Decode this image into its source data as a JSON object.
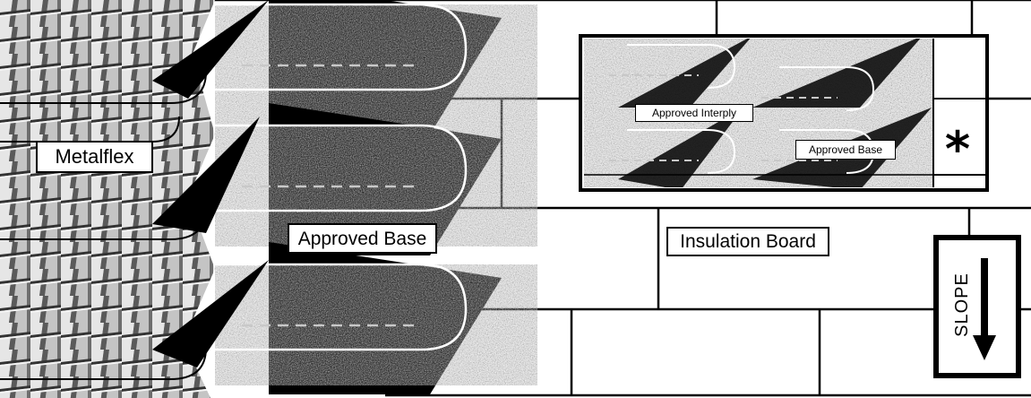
{
  "labels": {
    "metalflex": "Metalflex",
    "approved_base": "Approved Base",
    "insulation_board": "Insulation Board",
    "approved_interply": "Approved Interply",
    "approved_base_detail": "Approved Base",
    "slope": "SLOPE",
    "asterisk": "*"
  },
  "colors": {
    "background": "#ffffff",
    "line": "#000000",
    "granule_light": "#a0a0a0",
    "granule_dark": "#3a3a3a",
    "metal_light": "#e8e8e8",
    "metal_dark": "#4a4a4a",
    "dash": "#c8c8c8"
  },
  "icons": {
    "slope_arrow": "down-arrow-icon",
    "asterisk": "asterisk-icon"
  }
}
